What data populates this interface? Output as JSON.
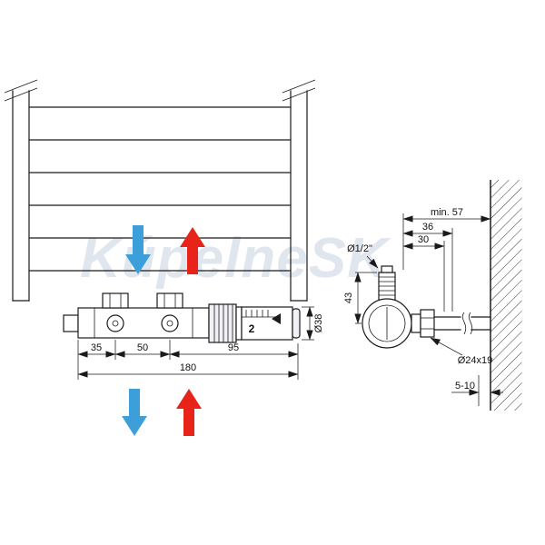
{
  "watermark": {
    "text": "KúpelneSK"
  },
  "colors": {
    "line": "#1a1a1a",
    "blue": "#3d9fd9",
    "red": "#e8231a",
    "watermark": "#c7d2de"
  },
  "front_view": {
    "dim_35": "35",
    "dim_50": "50",
    "dim_95": "95",
    "dim_180": "180",
    "dim_diameter": "Ø38",
    "head_setting": "2"
  },
  "side_view": {
    "dim_min57": "min. 57",
    "dim_36": "36",
    "dim_30": "30",
    "dim_thread": "Ø1/2\"",
    "dim_43": "43",
    "dim_union": "Ø24x19",
    "dim_wall_gap": "5-10"
  }
}
